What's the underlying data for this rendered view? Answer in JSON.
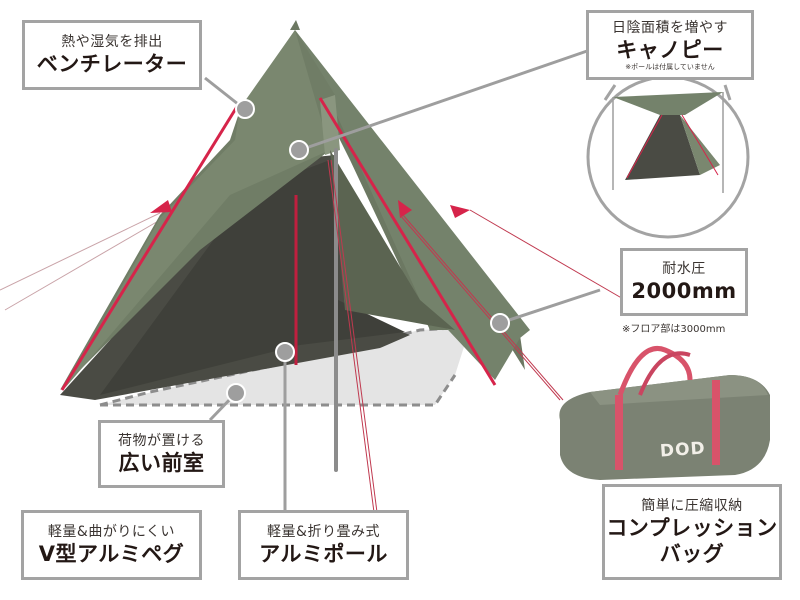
{
  "brand": {
    "logo_text": "DOD",
    "tent_color": "#6e7a63",
    "accent_color": "#d6244a",
    "callout_border": "#a3a3a3",
    "leader_line": "#9e9e9e"
  },
  "callouts": {
    "ventilator": {
      "sub": "熱や湿気を排出",
      "main": "ベンチレーター"
    },
    "canopy": {
      "sub": "日陰面積を増やす",
      "main": "キャノピー",
      "note": "※ポールは付属していません"
    },
    "waterproof": {
      "sub": "耐水圧",
      "main": "2000mm",
      "note": "※フロア部は3000mm"
    },
    "vestibule": {
      "sub": "荷物が置ける",
      "main": "広い前室"
    },
    "pegs": {
      "sub": "軽量&曲がりにくい",
      "main": "V型アルミペグ"
    },
    "pole": {
      "sub": "軽量&折り畳み式",
      "main": "アルミポール"
    },
    "bag": {
      "sub": "簡単に圧縮収納",
      "main": "コンプレッション",
      "main2": "バッグ"
    }
  }
}
